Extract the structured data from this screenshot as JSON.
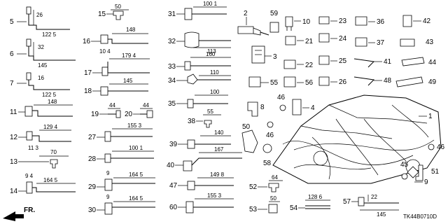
{
  "diagram": {
    "reference_code": "TK44B0710D",
    "front_label": "FR.",
    "callouts": [
      "1",
      "2",
      "3",
      "4",
      "5",
      "6",
      "7",
      "8",
      "9",
      "10",
      "11",
      "12",
      "13",
      "14",
      "15",
      "16",
      "17",
      "18",
      "19",
      "20",
      "21",
      "22",
      "23",
      "24",
      "25",
      "26",
      "27",
      "28",
      "29",
      "30",
      "31",
      "32",
      "33",
      "34",
      "35",
      "36",
      "37",
      "38",
      "39",
      "40",
      "41",
      "42",
      "43",
      "44",
      "45",
      "46",
      "47",
      "48",
      "49",
      "50",
      "51",
      "52",
      "53",
      "54",
      "55",
      "56",
      "57",
      "58",
      "59",
      "60"
    ],
    "dimensions": {
      "d5a": "26",
      "d5b": "122 5",
      "d6a": "32",
      "d6b": "145",
      "d7a": "16",
      "d7b": "122 5",
      "d11": "148",
      "d12a": "129 4",
      "d12b": "11 3",
      "d13": "70",
      "d14a": "9 4",
      "d14b": "164 5",
      "d15": "50",
      "d16a": "148",
      "d16b": "10 4",
      "d17": "179 4",
      "d18": "145",
      "d19": "44",
      "d20": "44",
      "d27": "155 3",
      "d28": "100 1",
      "d29a": "9",
      "d29b": "164 5",
      "d30a": "9",
      "d30b": "164 5",
      "d31": "100 1",
      "d32": "113",
      "d33": "160",
      "d34": "110",
      "d35": "100",
      "d38": "55",
      "d39": "140",
      "d40": "167",
      "d47": "149 8",
      "d52": "64",
      "d53": "50",
      "d54": "128 6",
      "d57a": "22",
      "d57b": "145",
      "d60": "155 3"
    }
  }
}
